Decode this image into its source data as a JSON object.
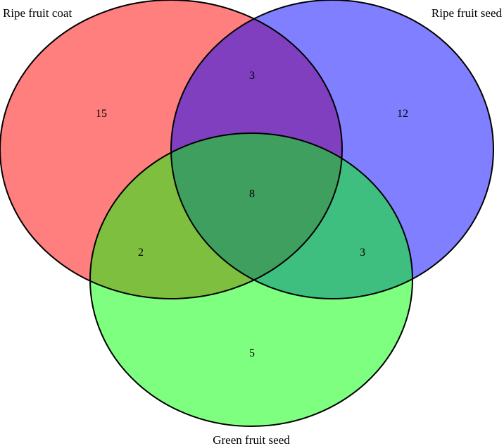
{
  "chart_data": {
    "type": "venn",
    "sets": [
      {
        "name": "Ripe fruit coat",
        "color": "#ff0000",
        "opacity": 0.5
      },
      {
        "name": "Ripe fruit seed",
        "color": "#0000ff",
        "opacity": 0.5
      },
      {
        "name": "Green fruit seed",
        "color": "#00ff00",
        "opacity": 0.5
      }
    ],
    "regions": {
      "ripe_coat_only": "15",
      "ripe_seed_only": "12",
      "green_seed_only": "5",
      "ripe_coat_and_ripe_seed": "3",
      "ripe_coat_and_green_seed": "2",
      "ripe_seed_and_green_seed": "3",
      "all_three": "8"
    }
  }
}
